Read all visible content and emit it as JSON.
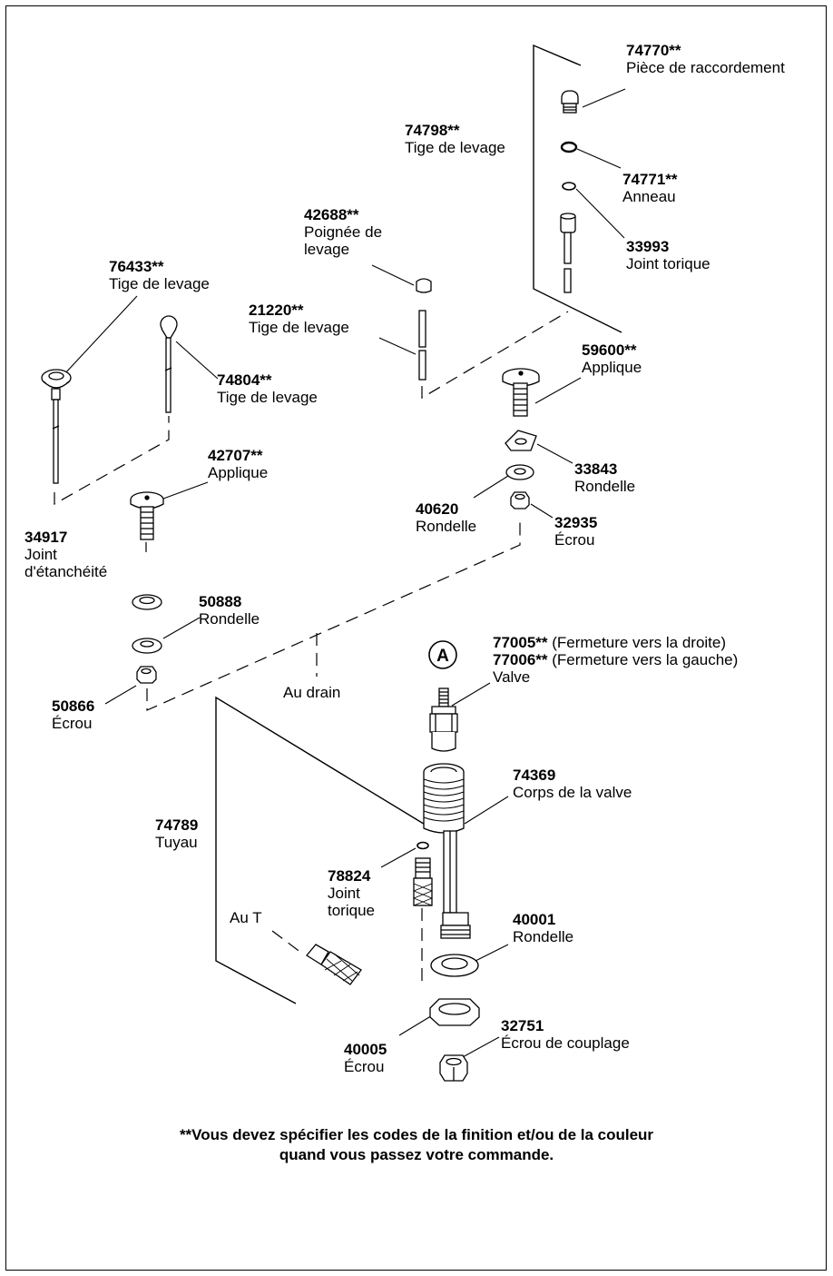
{
  "parts": {
    "p74770": {
      "number": "74770**",
      "name": "Pièce de raccordement"
    },
    "p74798": {
      "number": "74798**",
      "name": "Tige de levage"
    },
    "p74771": {
      "number": "74771**",
      "name": "Anneau"
    },
    "p33993": {
      "number": "33993",
      "name": "Joint torique"
    },
    "p42688": {
      "number": "42688**",
      "name_lines": [
        "Poignée de",
        "levage"
      ]
    },
    "p76433": {
      "number": "76433**",
      "name": "Tige de levage"
    },
    "p21220": {
      "number": "21220**",
      "name": "Tige de levage"
    },
    "p59600": {
      "number": "59600**",
      "name": "Applique"
    },
    "p74804": {
      "number": "74804**",
      "name": "Tige de levage"
    },
    "p42707": {
      "number": "42707**",
      "name": "Applique"
    },
    "p33843": {
      "number": "33843",
      "name": "Rondelle"
    },
    "p40620": {
      "number": "40620",
      "name": "Rondelle"
    },
    "p32935": {
      "number": "32935",
      "name": "Écrou"
    },
    "p34917": {
      "number": "34917",
      "name_lines": [
        "Joint",
        "d'étanchéité"
      ]
    },
    "p50888": {
      "number": "50888",
      "name": "Rondelle"
    },
    "p77005": {
      "number": "77005**",
      "note": "(Fermeture vers la droite)"
    },
    "p77006": {
      "number": "77006**",
      "note": "(Fermeture vers la gauche)",
      "name": "Valve"
    },
    "p50866": {
      "number": "50866",
      "name": "Écrou"
    },
    "p74369": {
      "number": "74369",
      "name": "Corps de la valve"
    },
    "p74789": {
      "number": "74789",
      "name": "Tuyau"
    },
    "p78824": {
      "number": "78824",
      "name_lines": [
        "Joint",
        "torique"
      ]
    },
    "p40001": {
      "number": "40001",
      "name": "Rondelle"
    },
    "p32751": {
      "number": "32751",
      "name": "Écrou de couplage"
    },
    "p40005": {
      "number": "40005",
      "name": "Écrou"
    }
  },
  "callouts": {
    "au_drain": "Au drain",
    "au_t": "Au T",
    "circle_a": "A"
  },
  "footer": {
    "line1": "**Vous devez spécifier les codes de la finition et/ou de la couleur",
    "line2": "quand vous passez votre commande."
  }
}
